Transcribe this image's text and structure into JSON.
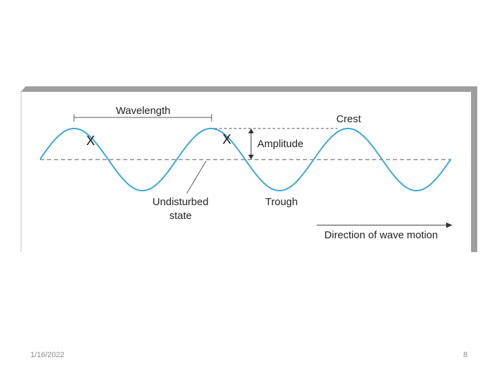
{
  "diagram": {
    "labels": {
      "wavelength": "Wavelength",
      "crest": "Crest",
      "amplitude": "Amplitude",
      "undisturbed_1": "Undisturbed",
      "undisturbed_2": "state",
      "trough": "Trough",
      "direction": "Direction of wave motion"
    },
    "marker": "X",
    "colors": {
      "wave": "#3aa6d8",
      "line": "#555555",
      "frame_shadow": "#9e9e9e",
      "frame_edge": "#c4c4c4"
    }
  },
  "footer": {
    "date": "1/16/2022",
    "page": "8"
  }
}
